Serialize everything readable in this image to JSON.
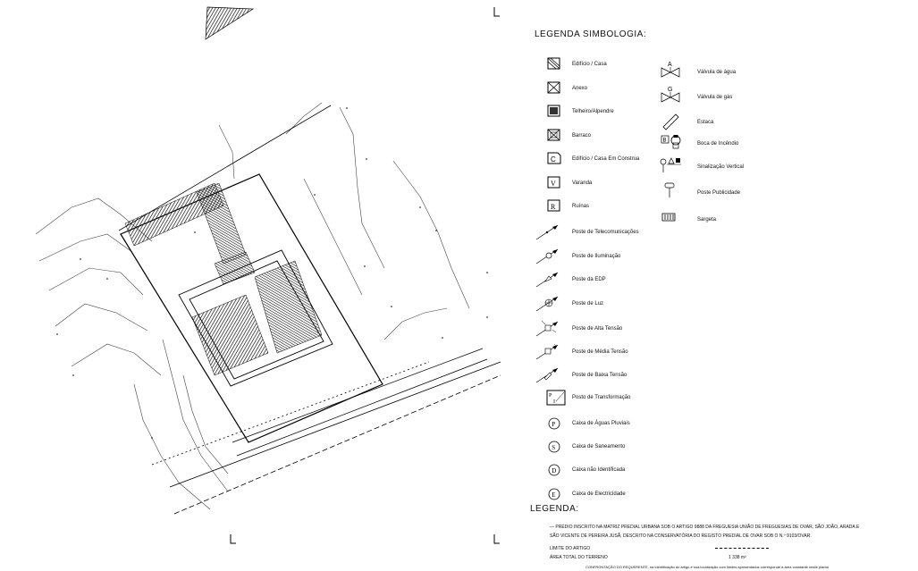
{
  "legend_title": "LEGENDA SIMBOLOGIA:",
  "left_column": [
    {
      "label": "Edifício / Casa",
      "icon": "building-icon"
    },
    {
      "label": "Anexo",
      "icon": "annex-icon"
    },
    {
      "label": "Telheiro/Alpendre",
      "icon": "shed-icon"
    },
    {
      "label": "Barraco",
      "icon": "shack-icon"
    },
    {
      "label": "Edifício / Casa Em Construa",
      "icon": "building-construction-icon"
    },
    {
      "label": "Varanda",
      "icon": "balcony-icon"
    },
    {
      "label": "Ruínas",
      "icon": "ruins-icon"
    },
    {
      "label": "Poste de Telecomunicações",
      "icon": "telecom-pole-icon"
    },
    {
      "label": "Poste de Iluminação",
      "icon": "lighting-pole-icon"
    },
    {
      "label": "Poste da EDP",
      "icon": "edp-pole-icon"
    },
    {
      "label": "Poste de Luz",
      "icon": "light-pole-icon"
    },
    {
      "label": "Poste de Alta Tensão",
      "icon": "high-voltage-pole-icon"
    },
    {
      "label": "Poste de Média Tensão",
      "icon": "medium-voltage-pole-icon"
    },
    {
      "label": "Poste de Baixa Tensão",
      "icon": "low-voltage-pole-icon"
    },
    {
      "label": "Posto de Transformação",
      "icon": "transformer-station-icon"
    },
    {
      "label": "Caixa de Águas Pluviais",
      "icon": "stormwater-box-icon",
      "glyph": "P"
    },
    {
      "label": "Caixa de Saneamento",
      "icon": "sewer-box-icon",
      "glyph": "S"
    },
    {
      "label": "Caixa não Identificada",
      "icon": "unidentified-box-icon",
      "glyph": "D"
    },
    {
      "label": "Caixa de Electricidade",
      "icon": "electric-box-icon",
      "glyph": "E"
    }
  ],
  "right_column": [
    {
      "label": "Válvula de água",
      "icon": "water-valve-icon",
      "glyph": "A"
    },
    {
      "label": "Válvula de gás",
      "icon": "gas-valve-icon",
      "glyph": "G"
    },
    {
      "label": "Estaca",
      "icon": "stake-icon"
    },
    {
      "label": "Boca de Incêndio",
      "icon": "fire-hydrant-icon"
    },
    {
      "label": "Sinalização Vertical",
      "icon": "vertical-sign-icon"
    },
    {
      "label": "Poste Publicidade",
      "icon": "advertising-pole-icon"
    },
    {
      "label": "Sargeta",
      "icon": "drain-icon"
    }
  ],
  "legend2_title": "LEGENDA:",
  "notes": {
    "line1": "— PRÉDIO INSCRITO NA MATRIZ PREDIAL URBANA SOB O ARTIGO 9888 DA FREGUESIA UNIÃO DE FREGUESIAS DE OVAR, SÃO JOÃO, ARADA E",
    "line2": "SÃO VICENTE DE PEREIRA JUSÃ, DESCRITO NA CONSERVATÓRIA DO REGISTO PREDIAL DE OVAR SOB O N.º 9103/OVAR.",
    "limit_label": "LIMITE DO ARTIGO",
    "area_label": "ÁREA TOTAL DO TERRENO",
    "area_value": "1 338 m²",
    "footer": "CONFRONTAÇÃO DO REQUERENTE, na identificação do artigo e sua localização com limites apresentados corresponde a área constante neste planta"
  }
}
